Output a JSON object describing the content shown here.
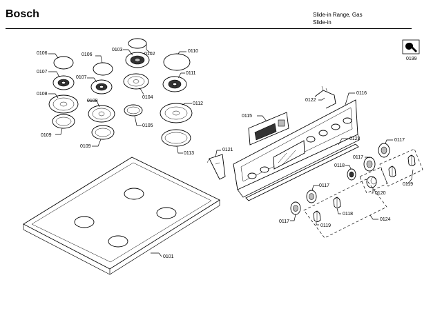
{
  "header": {
    "brand": "Bosch",
    "model_line1": "Slide-in Range, Gas",
    "model_line2": "Slide-in"
  },
  "labels": {
    "p0106a": "0106",
    "p0106b": "0106",
    "p0103": "0103",
    "p0102": "0102",
    "p0110": "0110",
    "p0107a": "0107",
    "p0107b": "0107",
    "p0111": "0111",
    "p0104": "0104",
    "p0108a": "0108",
    "p0108b": "0108",
    "p0112": "0112",
    "p0109a": "0109",
    "p0109b": "0109",
    "p0105": "0105",
    "p0113": "0113",
    "p0199": "0199",
    "p0116": "0116",
    "p0122": "0122",
    "p0115": "0115",
    "p0121": "0121",
    "p0123": "0123",
    "p0117a": "0117",
    "p0117b": "0117",
    "p0117c": "0117",
    "p0117d": "0117",
    "p0118a": "0118",
    "p0118b": "0118",
    "p0119a": "0119",
    "p0119b": "0119",
    "p0120": "0120",
    "p0124": "0124",
    "p0101": "0101"
  },
  "icons": {
    "service": "wrench-icon"
  }
}
